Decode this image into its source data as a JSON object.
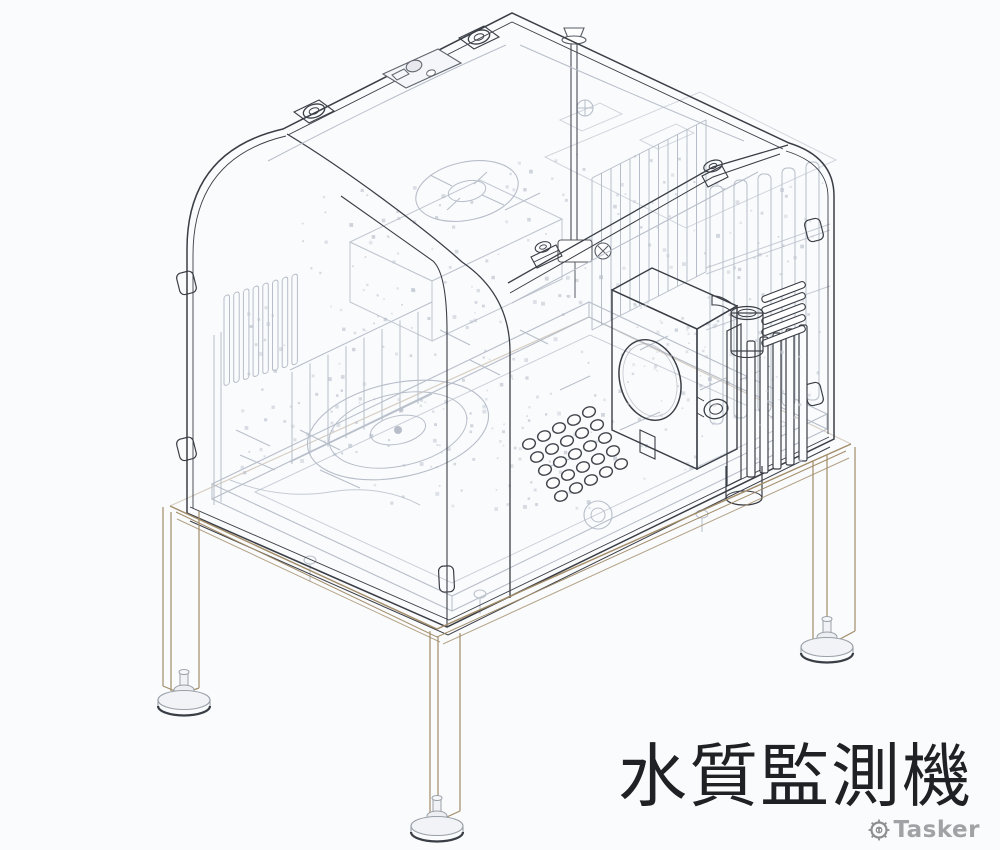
{
  "page": {
    "background_color": "#fafbfd"
  },
  "figure": {
    "type": "isometric-cad-wireframe",
    "caption": "水質監測機",
    "caption_color": "#202124",
    "parts": [
      "transparent-enclosure-cover",
      "rounded-roof",
      "side-louver-vents",
      "circular-vent-hole-array",
      "pump-module-with-fan-opening",
      "heatsink-fins",
      "tubing-ports",
      "internal-chassis-assembly",
      "support-stand-frame",
      "leveling-feet"
    ],
    "colors": {
      "enclosure_outline": "#3a3e45",
      "internal_wireframe": "#b7bec9",
      "stand_frame": "#a28c68",
      "module_fill": "#f4f5f8"
    }
  },
  "watermark": {
    "text": "Tasker",
    "color": "#a1a2a5",
    "icon": "tasker-gear-logo-icon"
  }
}
